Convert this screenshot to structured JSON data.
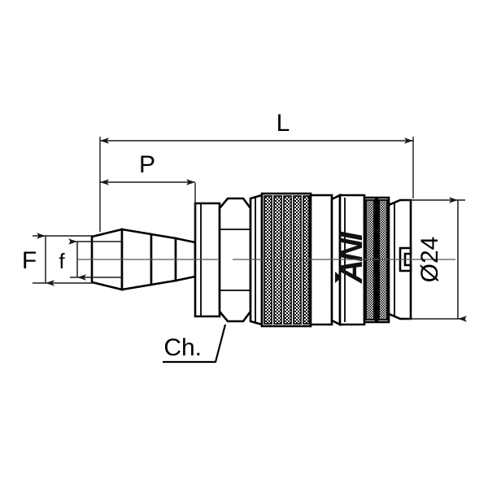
{
  "drawing": {
    "title": "Quick coupling with hose barb - dimensioned technical drawing",
    "background_color": "#ffffff",
    "line_color": "#000000",
    "dimension_line_color": "#1a1a1a",
    "centerline_color": "#555555"
  },
  "dimensions": {
    "length": {
      "label": "L",
      "name": "overall-length",
      "orientation": "horizontal",
      "position": "top"
    },
    "pitch": {
      "label": "P",
      "name": "barb-to-shoulder-length",
      "orientation": "horizontal",
      "position": "top-left"
    },
    "flange": {
      "label": "F",
      "name": "barb-major-diameter",
      "orientation": "vertical",
      "position": "left-outer"
    },
    "bore": {
      "label": "f",
      "name": "barb-minor-diameter",
      "orientation": "vertical",
      "position": "left-inner"
    },
    "diameter": {
      "label": "Ø24",
      "value": "24",
      "symbol": "Ø",
      "name": "body-outer-diameter",
      "orientation": "vertical-rotated",
      "position": "right"
    },
    "chamfer": {
      "label": "Ch.",
      "name": "hex-wrench-flat-callout",
      "orientation": "leader",
      "position": "bottom-left"
    }
  },
  "part": {
    "brand_logo": "ANI",
    "features": [
      {
        "name": "hose-barb",
        "description": "tapered 3-step hose barb"
      },
      {
        "name": "shoulder-collar",
        "description": "cylindrical collar"
      },
      {
        "name": "hex-nut",
        "description": "hexagonal wrench flat"
      },
      {
        "name": "knurled-sleeve",
        "description": "knurled locking sleeve"
      },
      {
        "name": "body-barrel",
        "description": "smooth body with logo"
      },
      {
        "name": "knurled-ring-band",
        "description": "two knurled rings"
      },
      {
        "name": "end-cap",
        "description": "socket end with notch"
      }
    ]
  }
}
